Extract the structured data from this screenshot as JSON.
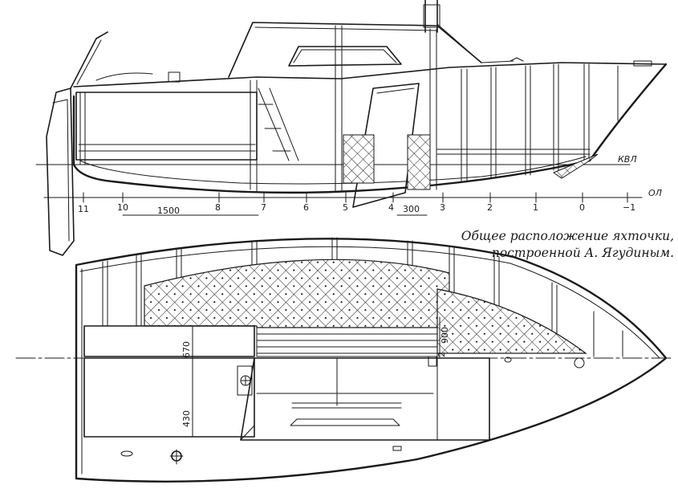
{
  "caption": {
    "line1": "Общее расположение яхточки,",
    "line2": "построенной А. Ягудиным."
  },
  "labels": {
    "waterline": "КВЛ",
    "baseline": "ОЛ"
  },
  "frame_numbers": [
    "11",
    "10",
    "8",
    "7",
    "6",
    "5",
    "4",
    "3",
    "2",
    "1",
    "0",
    "−1"
  ],
  "dimensions": {
    "frame_span": "1500",
    "cockpit_offset": "300",
    "beam_upper": "670",
    "beam_lower": "430",
    "berth_width": "900",
    "small_mark": "2"
  },
  "colors": {
    "ink": "#1a1a1a",
    "paper": "#ffffff"
  }
}
